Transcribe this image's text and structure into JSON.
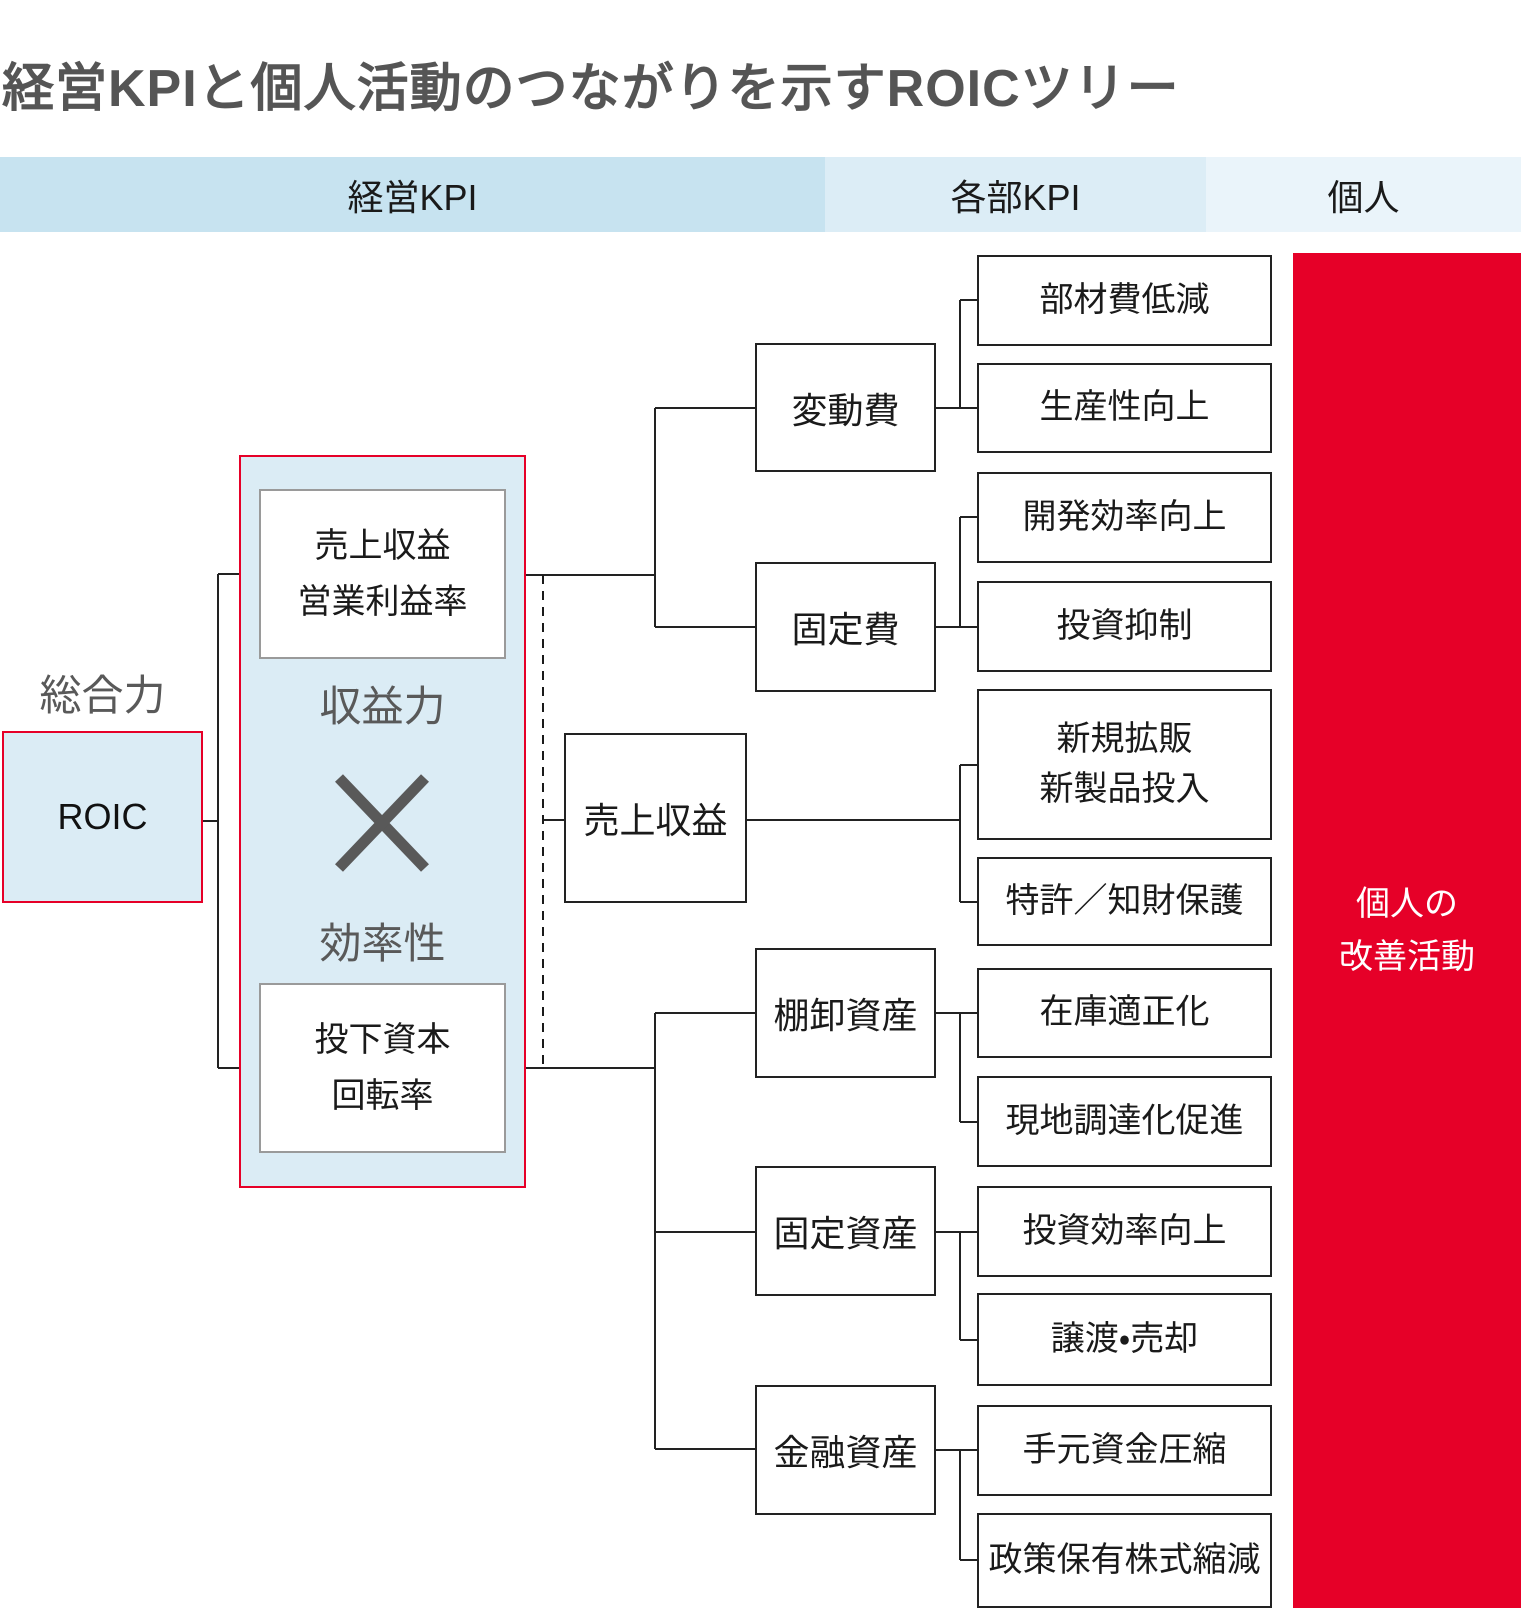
{
  "title": "経営KPIと個人活動のつながりを示すROICツリー",
  "header": {
    "sections": [
      {
        "label": "経営KPI"
      },
      {
        "label": "各部KPI"
      },
      {
        "label": "個人"
      }
    ]
  },
  "colors": {
    "accent_red": "#e60028",
    "band_management": "#c7e3f0",
    "band_division": "#dcedf6",
    "band_individual": "#eaf4fa",
    "kpi_fill_blue": "#dbecf5",
    "line": "#222222",
    "gray_label": "#595959"
  },
  "tree": {
    "root_group_label": "総合力",
    "root_label": "ROIC",
    "formula": {
      "numerator": "売上収益\n営業利益率",
      "numerator_caption": "収益力",
      "operator": "×",
      "denominator_caption": "効率性",
      "denominator": "投下資本\n回転率"
    },
    "branches": [
      {
        "label": "変動費",
        "children": [
          "部材費低減",
          "生産性向上"
        ]
      },
      {
        "label": "固定費",
        "children": [
          "開発効率向上",
          "投資抑制"
        ]
      },
      {
        "label": "売上収益",
        "children": [
          "新規拡販\n新製品投入",
          "特許／知財保護"
        ]
      },
      {
        "label": "棚卸資産",
        "children": [
          "在庫適正化",
          "現地調達化促進"
        ]
      },
      {
        "label": "固定資産",
        "children": [
          "投資効率向上",
          "譲渡・売却"
        ]
      },
      {
        "label": "金融資産",
        "children": [
          "手元資金圧縮",
          "政策保有株式縮減"
        ]
      }
    ]
  },
  "personal": {
    "bar_label": "個人の\n改善活動"
  }
}
